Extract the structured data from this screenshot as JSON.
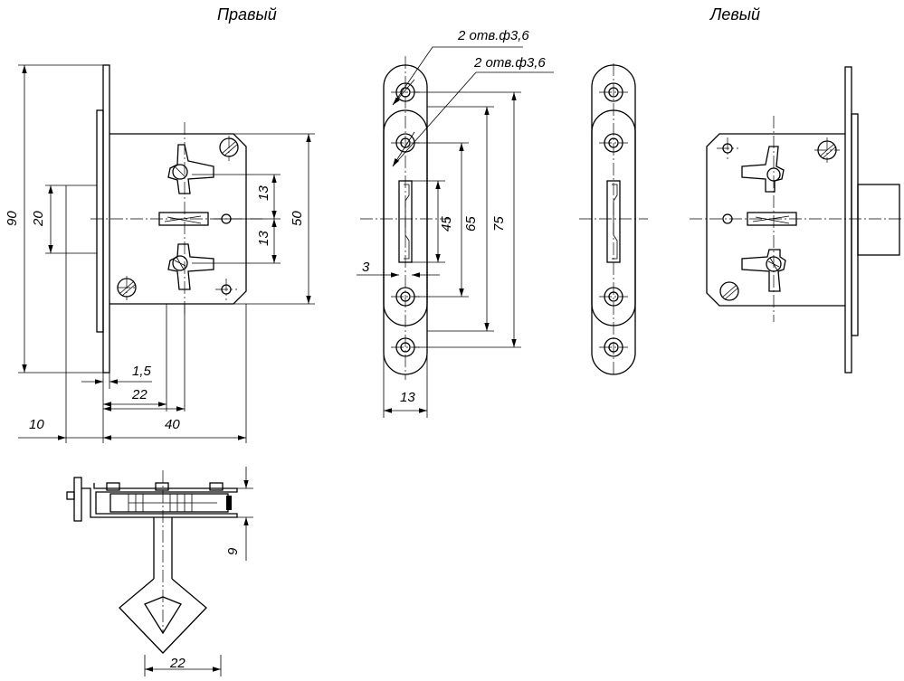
{
  "titles": {
    "right": "Правый",
    "left": "Левый"
  },
  "dimensions": {
    "total_height": "90",
    "center_span": "20",
    "upper_offset": "13",
    "lower_offset": "13",
    "body_height": "50",
    "plate_thickness": "1,5",
    "backset_22": "22",
    "backset_40": "40",
    "faceplate_offset": "10",
    "holes_upper": "2 отв.ф3,6",
    "holes_lower": "2 отв.ф3,6",
    "dim_45": "45",
    "dim_65": "65",
    "dim_75": "75",
    "dim_3": "3",
    "faceplate_width": "13",
    "key_shaft": "9",
    "key_bow": "22"
  }
}
